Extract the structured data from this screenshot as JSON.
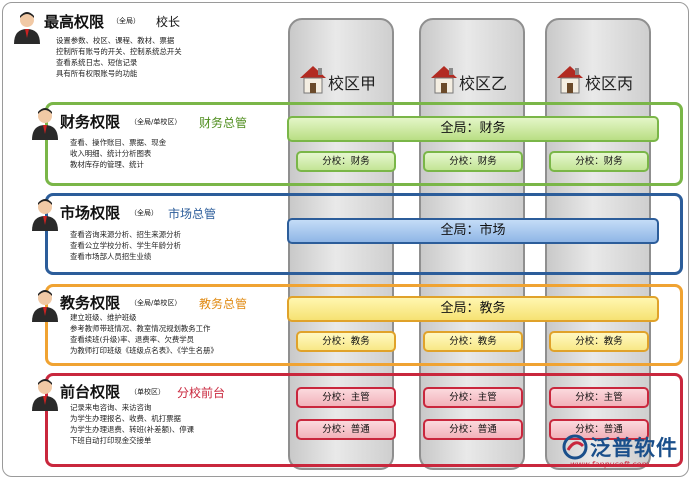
{
  "campuses": [
    {
      "label": "校区甲",
      "icon": "school-house-icon"
    },
    {
      "label": "校区乙",
      "icon": "school-house-icon"
    },
    {
      "label": "校区丙",
      "icon": "school-house-icon"
    }
  ],
  "roles": [
    {
      "title": "最高权限",
      "scope": "（全局）",
      "name": "校长",
      "lines": [
        "设置参数、校区、课程、教材、票据",
        "控制所有账号的开关、控制系统总开关",
        "查看系统日志、短信记录",
        "具有所有权限账号的功能"
      ]
    },
    {
      "title": "财务权限",
      "scope": "（全局/单校区）",
      "name": "财务总管",
      "lines": [
        "查看、操作账目、票据、现金",
        "收入明细、统计分析图表",
        "教材库存的管理、统计"
      ]
    },
    {
      "title": "市场权限",
      "scope": "（全局）",
      "name": "市场总管",
      "lines": [
        "查看咨询来源分析、招生来源分析",
        "查看公立学校分析、学生年龄分析",
        "查看市场部人员招生业绩"
      ]
    },
    {
      "title": "教务权限",
      "scope": "（全局/单校区）",
      "name": "教务总管",
      "lines": [
        "建立班级、维护班级",
        "参考教师带班情况、教室情况规划教务工作",
        "查看续班(升级)率、退费率、欠费学员",
        "为教师打印班级《班级点名表》、《学生名册》"
      ]
    },
    {
      "title": "前台权限",
      "scope": "（单校区）",
      "name": "分校前台",
      "lines": [
        "记录来电咨询、来访咨询",
        "为学生办理报名、收费、机打票据",
        "为学生办理退费、转班(补差额)、停课",
        "下班自动打印现金交接单"
      ]
    }
  ],
  "bars": {
    "finance_global": "全局：财务",
    "finance_branch": "分校：财务",
    "market_global": "全局：市场",
    "academic_global": "全局：教务",
    "academic_branch": "分校：教务",
    "front_manager": "分校：主管",
    "front_regular": "分校：普通"
  },
  "logo": {
    "name": "泛普软件",
    "url": "www.fanpusoft.com"
  },
  "colors": {
    "finance": "#7ab648",
    "market": "#2c5d9a",
    "academic": "#f0a332",
    "front": "#c9273d"
  }
}
